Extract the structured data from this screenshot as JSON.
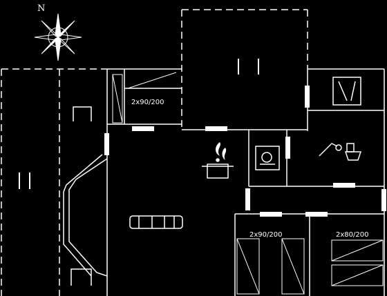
{
  "compass": {
    "label": "N"
  },
  "rooms": {
    "bedroom_top": {
      "bed_label": "2x90/200"
    },
    "bedroom_bottom_left": {
      "bed_label": "2x90/200"
    },
    "bedroom_bottom_right": {
      "bed_label": "2x80/200"
    }
  },
  "colors": {
    "background": "#000000",
    "line": "#ffffff"
  },
  "icons": [
    "compass-rose-icon",
    "fire-icon",
    "cooking-pot-icon",
    "sofa-icon",
    "dishwasher-icon",
    "shower-icon",
    "toilet-icon",
    "washing-machine-icon"
  ]
}
